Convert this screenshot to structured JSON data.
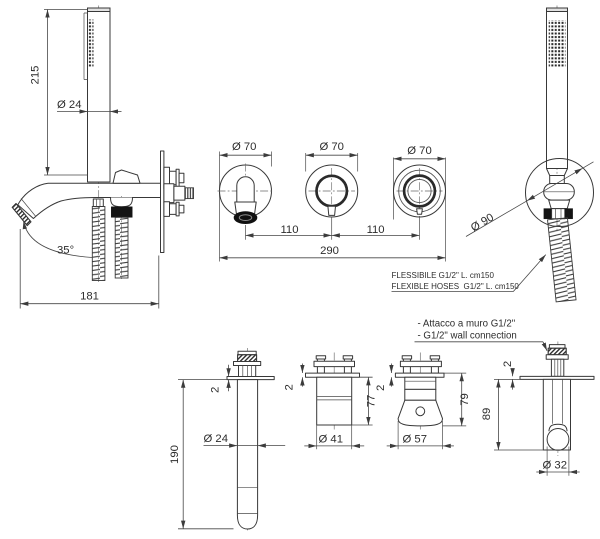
{
  "colors": {
    "line": "#383838",
    "solid_fill": "#141414",
    "background": "#ffffff"
  },
  "views": {
    "shower_side": {
      "height": "215",
      "diameter": "Ø 24"
    },
    "spout_side": {
      "angle": "35°",
      "depth": "181"
    },
    "front": {
      "rosette1_diameter": "Ø 70",
      "rosette2_diameter": "Ø 70",
      "rosette3_diameter": "Ø 70",
      "spacing1": "110",
      "spacing2": "110",
      "total_width": "290"
    },
    "shower_front": {
      "holder_diameter": "Ø 90",
      "hose_note_it": "FLESSIBILE G1/2\" L. cm150",
      "hose_note_en": "FLEXIBLE HOSES  G1/2\" L. cm150"
    },
    "wall_note": {
      "it": "- Attacco a muro G1/2\"",
      "en": "- G1/2\" wall connection"
    },
    "spout_section": {
      "length": "190",
      "diameter": "Ø 24",
      "plate_thickness": "2"
    },
    "handle_section": {
      "height": "77",
      "diameter": "Ø 41",
      "plate_thickness": "2"
    },
    "diverter_section": {
      "height": "79",
      "diameter": "Ø 57",
      "plate_thickness": "2"
    },
    "holder_section": {
      "height": "89",
      "diameter": "Ø 32",
      "plate_thickness": "2"
    }
  }
}
